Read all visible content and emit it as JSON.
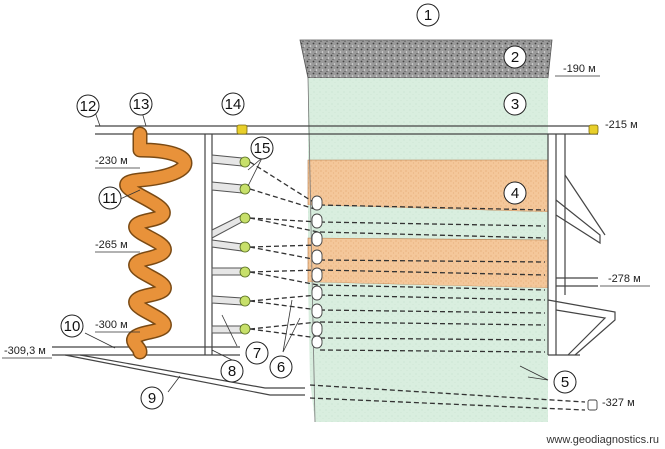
{
  "labels": {
    "c1": "1",
    "c2": "2",
    "c3": "3",
    "c4": "4",
    "c5": "5",
    "c6": "6",
    "c7": "7",
    "c8": "8",
    "c9": "9",
    "c10": "10",
    "c11": "11",
    "c12": "12",
    "c13": "13",
    "c14": "14",
    "c15": "15"
  },
  "levels": {
    "l190": "-190 м",
    "l215": "-215 м",
    "l230": "-230 м",
    "l265": "-265 м",
    "l278": "-278 м",
    "l300": "-300 м",
    "l3093": "-309,3 м",
    "l327": "-327 м"
  },
  "credit": "www.geodiagnostics.ru",
  "colors": {
    "overburden": "#8a8a8a",
    "host_rock": "#d9eedf",
    "ore_layer": "#f4c79a",
    "spiral_ramp": "#e8923a",
    "shaft_cap": "#e8cf2a",
    "drift_head": "#c7e06a"
  }
}
